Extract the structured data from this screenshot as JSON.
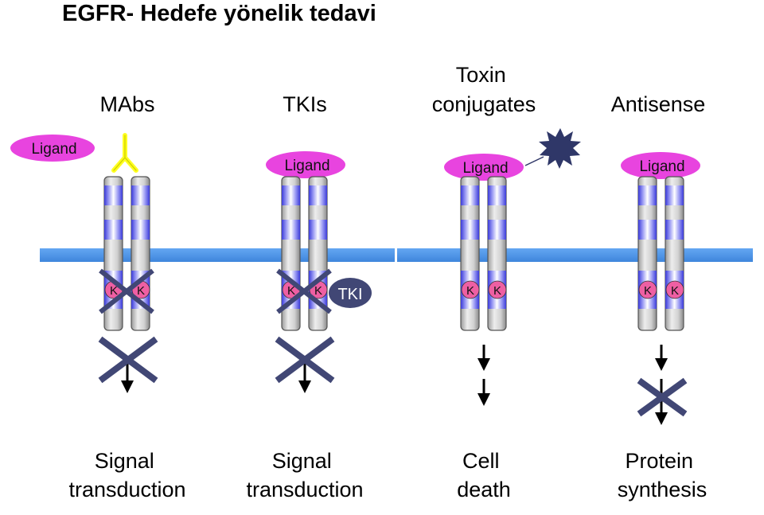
{
  "title": "EGFR- Hedefe yönelik tedavi",
  "colors": {
    "membrane": "#4f97ea",
    "ligand": "#e844df",
    "antibody": "#ffff22",
    "kinase": "#ee5fa3",
    "block_x": "#414775",
    "receptor_gray": "#c7c7c7",
    "receptor_blue": "#4949ea",
    "tki_oval": "#414775",
    "toxin": "#2f3768"
  },
  "panels": [
    {
      "heading": [
        "MAbs"
      ],
      "ligand": "Ligand",
      "kinase_labels": [
        "K",
        "K"
      ],
      "outcome": [
        "Signal",
        "transduction"
      ]
    },
    {
      "heading": [
        "TKIs"
      ],
      "ligand": "Ligand",
      "kinase_labels": [
        "K",
        "K"
      ],
      "drug": "TKI",
      "outcome": [
        "Signal",
        "transduction"
      ]
    },
    {
      "heading": [
        "Toxin",
        "conjugates"
      ],
      "ligand": "Ligand",
      "kinase_labels": [
        "K",
        "K"
      ],
      "outcome": [
        "Cell",
        "death"
      ]
    },
    {
      "heading": [
        "Antisense"
      ],
      "ligand": "Ligand",
      "kinase_labels": [
        "K",
        "K"
      ],
      "outcome": [
        "Protein",
        "synthesis"
      ]
    }
  ]
}
